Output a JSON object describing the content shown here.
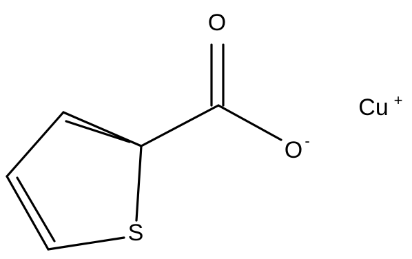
{
  "molecule": {
    "atoms": {
      "o_top": {
        "symbol": "O"
      },
      "o_minus": {
        "symbol": "O",
        "charge": "-"
      },
      "sulfur": {
        "symbol": "S"
      },
      "copper": {
        "symbol": "Cu",
        "charge": "+"
      }
    }
  }
}
